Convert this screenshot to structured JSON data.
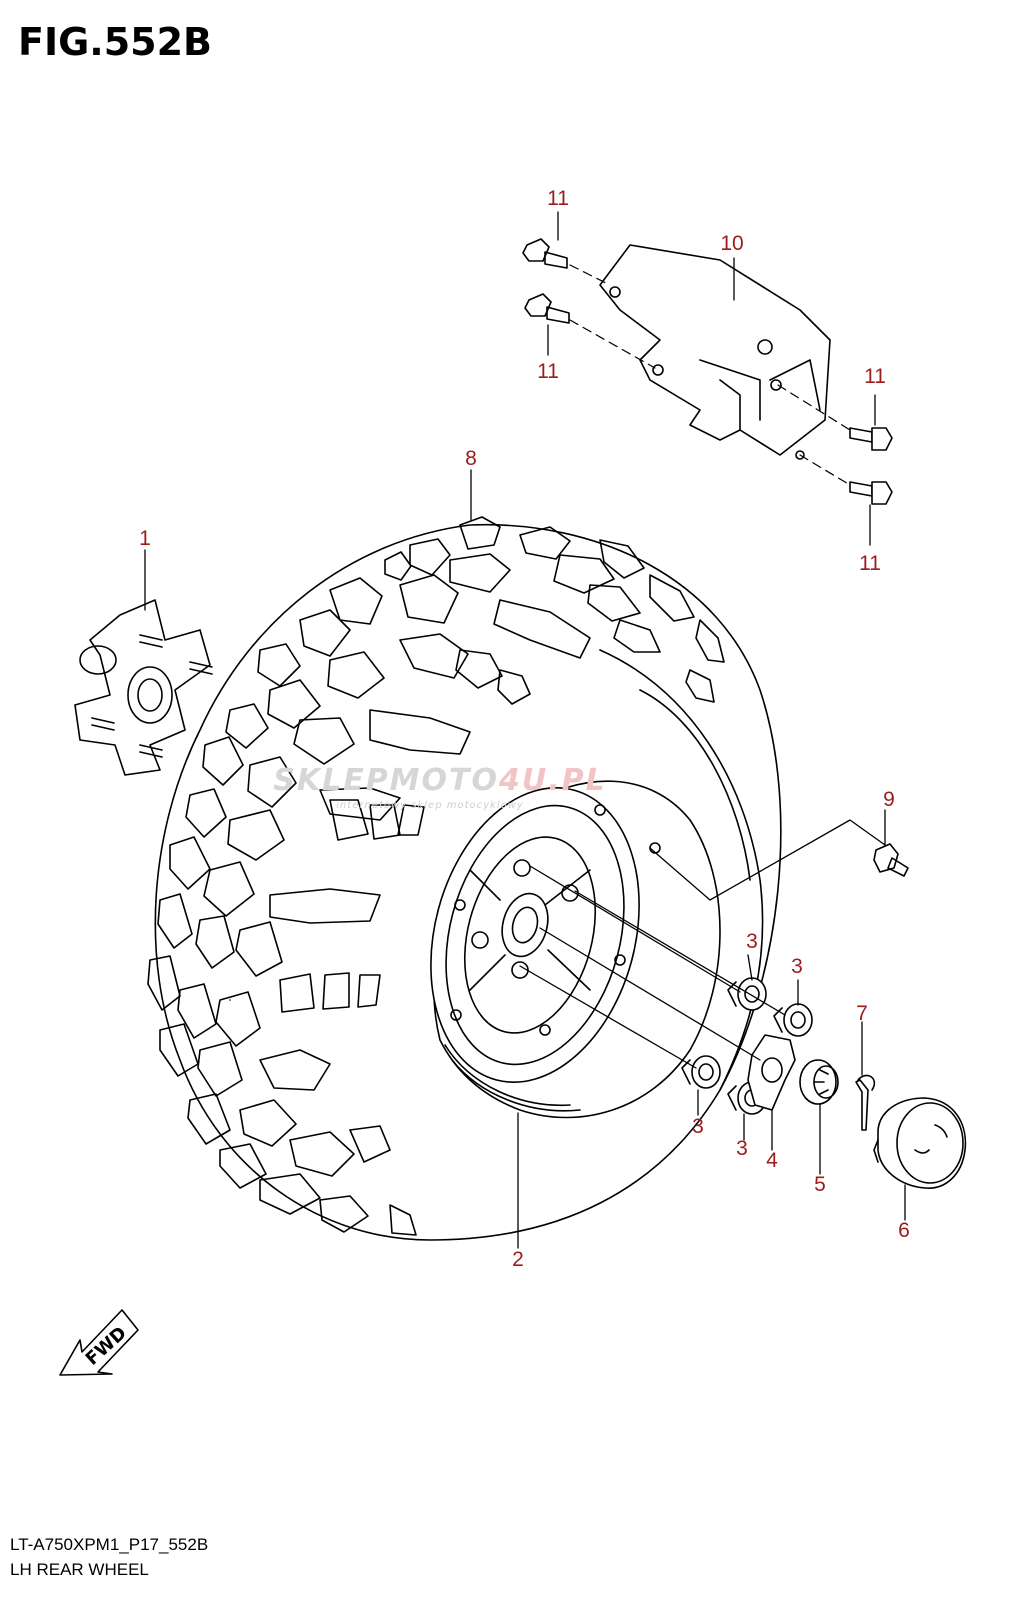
{
  "figure": {
    "title": "FIG.552B",
    "code": "LT-A750XPM1_P17_552B",
    "name": "LH REAR WHEEL"
  },
  "watermark": {
    "brand_part1": "SKLEPMOTO",
    "brand_part2": "4U.PL",
    "tagline": "internetowy sklep motocyklowy"
  },
  "direction_label": "FWD",
  "colors": {
    "callout": "#9b1c1c",
    "line": "#000000",
    "watermark": "#d6d6d6"
  },
  "callouts": [
    {
      "id": "c1",
      "text": "1"
    },
    {
      "id": "c2",
      "text": "2"
    },
    {
      "id": "c3a",
      "text": "3"
    },
    {
      "id": "c3b",
      "text": "3"
    },
    {
      "id": "c3c",
      "text": "3"
    },
    {
      "id": "c3d",
      "text": "3"
    },
    {
      "id": "c4",
      "text": "4"
    },
    {
      "id": "c5",
      "text": "5"
    },
    {
      "id": "c6",
      "text": "6"
    },
    {
      "id": "c7",
      "text": "7"
    },
    {
      "id": "c8",
      "text": "8"
    },
    {
      "id": "c9",
      "text": "9"
    },
    {
      "id": "c10",
      "text": "10"
    },
    {
      "id": "c11a",
      "text": "11"
    },
    {
      "id": "c11b",
      "text": "11"
    },
    {
      "id": "c11c",
      "text": "11"
    },
    {
      "id": "c11d",
      "text": "11"
    }
  ]
}
